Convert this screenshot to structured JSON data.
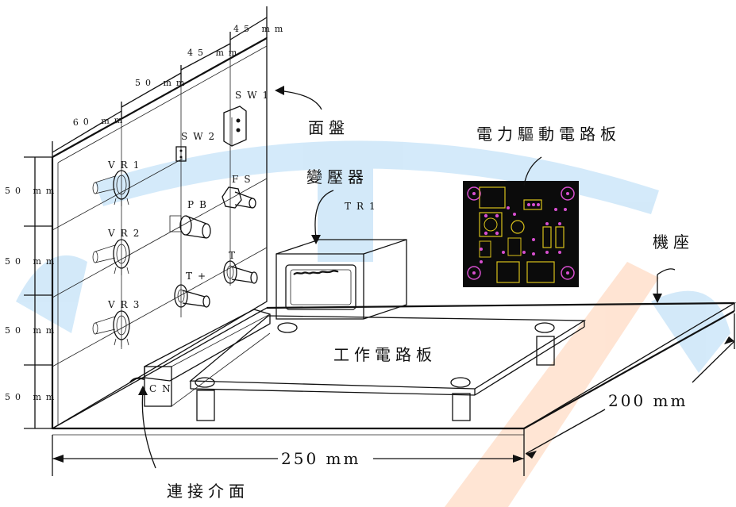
{
  "labels": {
    "panel": "面盤",
    "power_board": "電力驅動電路板",
    "transformer": "變壓器",
    "transformer_id": "TR1",
    "base": "機座",
    "work_board": "工作電路板",
    "interface": "連接介面",
    "connector": "CN",
    "sw1": "SW1",
    "sw2": "SW2",
    "fs": "FS",
    "pb": "PB",
    "t_plus": "T+",
    "t": "T",
    "vr1": "VR1",
    "vr2": "VR2",
    "vr3": "VR3"
  },
  "dimensions": {
    "d60": "60 mm",
    "d50_top": "50 mm",
    "d45_a": "45 mm",
    "d45_b": "45 mm",
    "v50_1": "50 mm",
    "v50_2": "50 mm",
    "v50_3": "50 mm",
    "v50_4": "50 mm",
    "width": "250 mm",
    "depth": "200 mm"
  },
  "colors": {
    "pcb_bg": "#0b0b0b",
    "pcb_trace": "#d9c21a",
    "pcb_pad": "#d84fd0",
    "watermark_blue": "#3aa0e6",
    "watermark_orange": "#ff8a3c"
  }
}
